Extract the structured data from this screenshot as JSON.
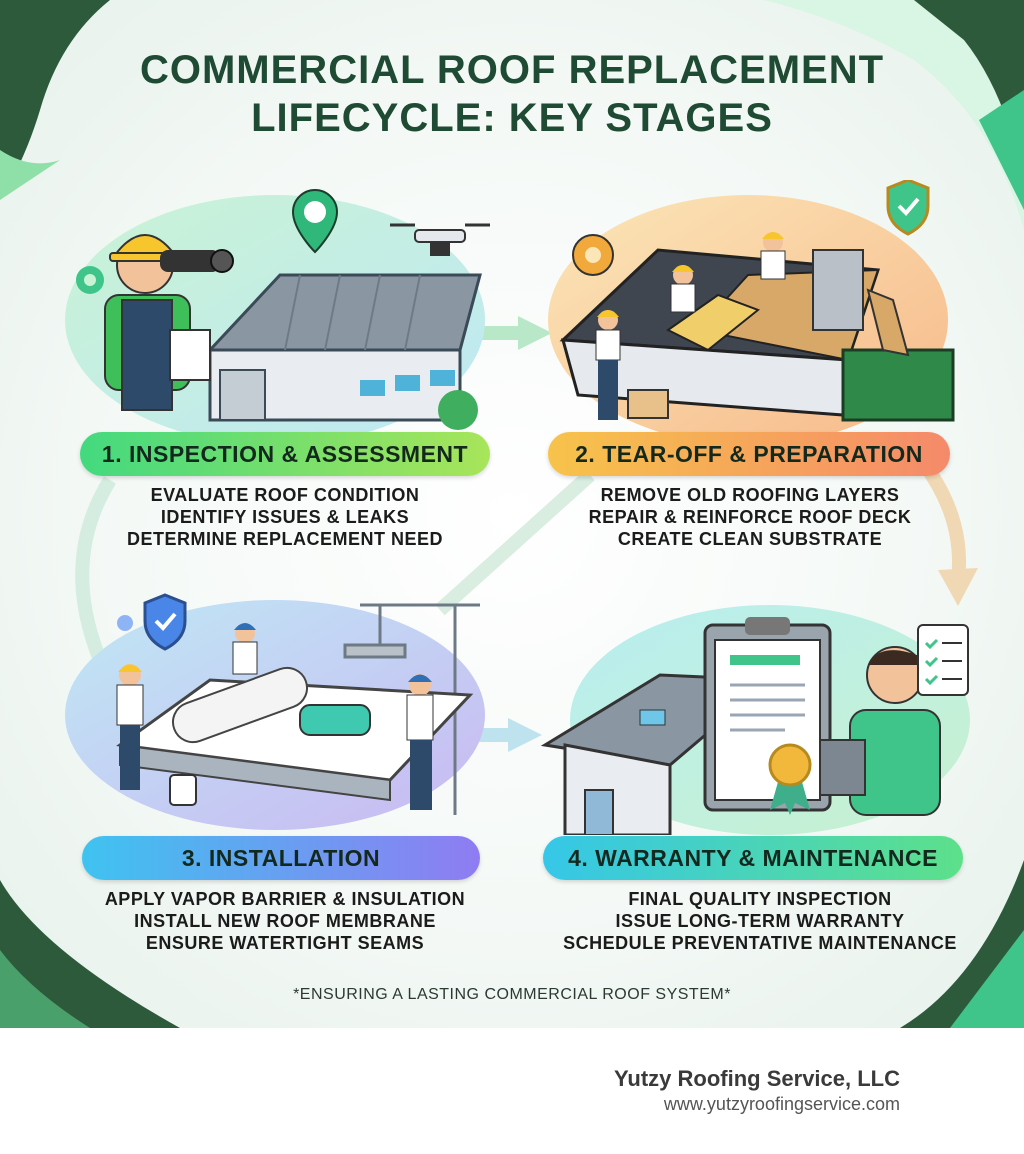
{
  "title_line1": "COMMERCIAL ROOF REPLACEMENT",
  "title_line2": "LIFECYCLE: KEY STAGES",
  "stages": [
    {
      "label": "1. INSPECTION & ASSESSMENT",
      "bullets": [
        "EVALUATE ROOF CONDITION",
        "IDENTIFY ISSUES & LEAKS",
        "DETERMINE REPLACEMENT NEED"
      ]
    },
    {
      "label": "2. TEAR-OFF & PREPARATION",
      "bullets": [
        "REMOVE OLD ROOFING LAYERS",
        "REPAIR & REINFORCE ROOF DECK",
        "CREATE CLEAN SUBSTRATE"
      ]
    },
    {
      "label": "3. INSTALLATION",
      "bullets": [
        "APPLY VAPOR BARRIER & INSULATION",
        "INSTALL NEW ROOF MEMBRANE",
        "ENSURE WATERTIGHT SEAMS"
      ]
    },
    {
      "label": "4. WARRANTY & MAINTENANCE",
      "bullets": [
        "FINAL QUALITY INSPECTION",
        "ISSUE LONG-TERM WARRANTY",
        "SCHEDULE PREVENTATIVE MAINTENANCE"
      ]
    }
  ],
  "tagline": "*ENSURING A LASTING COMMERCIAL ROOF SYSTEM*",
  "footer": {
    "company": "Yutzy Roofing Service, LLC",
    "url": "www.yutzyroofingservice.com"
  },
  "colors": {
    "title": "#1f4a33",
    "corner_dark": "#2e5a3c",
    "corner_light": "#7fd39a",
    "pill1": "#43d97f",
    "pill2": "#f7a45a",
    "pill3": "#5ab8f2",
    "pill4": "#3fd6a6"
  },
  "icons": [
    "binoculars-icon",
    "drone-icon",
    "location-pin-icon",
    "gear-icon",
    "shield-check-icon",
    "crane-icon",
    "clipboard-checklist-icon",
    "award-ribbon-icon"
  ]
}
